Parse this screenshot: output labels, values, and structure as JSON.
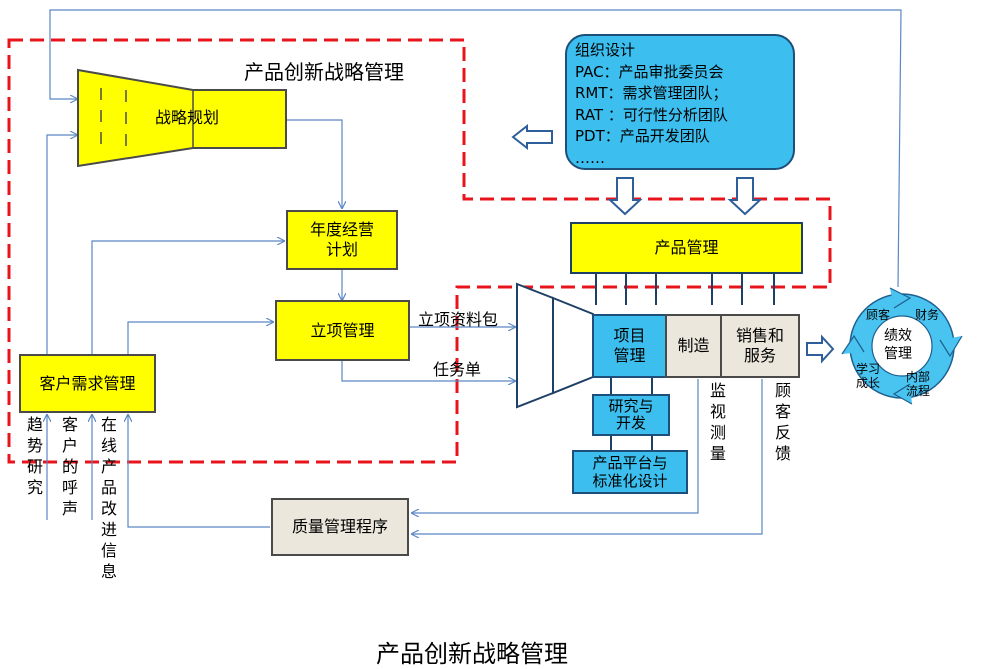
{
  "colors": {
    "process": "#ffff00",
    "team": "#3cbfef",
    "neutral": "#ece7dd",
    "dashed": "#e8141b",
    "line": "#5b87c5"
  },
  "frame_title": "产品创新战略管理",
  "bottom_caption": "产品创新战略管理",
  "strategy": "战略规划",
  "annual_plan": "年度经营\n计划",
  "project_mgmt": "立项管理",
  "customer_needs": "客户需求管理",
  "customer_sources": [
    "趋\n势\n研\n究",
    "客\n户\n的\n呼\n声",
    "在\n线\n产\n品\n改\n进\n信\n息"
  ],
  "org_design": {
    "title": "组织设计",
    "lines": [
      "PAC：产品审批委员会",
      "RMT：需求管理团队；",
      "RAT ：可行性分析团队",
      "PDT：产品开发团队",
      "……"
    ]
  },
  "product_mgmt": "产品管理",
  "pipeline": {
    "project": "项目\n管理",
    "manufacturing": "制造",
    "sales": "销售和\n服务"
  },
  "research_dev": "研究与\n开发",
  "platform": "产品平台与\n标准化设计",
  "flow_labels": {
    "package": "立项资料包",
    "tasks": "任务单"
  },
  "monitoring": "监\n视\n测\n量",
  "feedback": "顾\n客\n反\n馈",
  "quality": "质量管理程序",
  "performance": {
    "center": "绩效\n管理",
    "customer": "顾客",
    "finance": "财务",
    "process": "内部\n流程",
    "learning": "学习\n成长"
  }
}
